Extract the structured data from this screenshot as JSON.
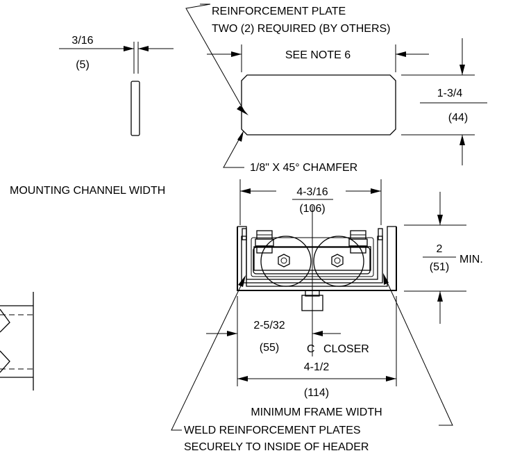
{
  "notes": {
    "reinforcement_plate_line1": "REINFORCEMENT PLATE",
    "reinforcement_plate_line2": "TWO (2) REQUIRED (BY OTHERS)",
    "see_note": "SEE NOTE 6",
    "chamfer": "1/8\" X 45° CHAMFER",
    "mounting_channel_width": "MOUNTING CHANNEL WIDTH",
    "closer_centerline": "CLOSER",
    "centerline_symbol": "C",
    "minimum_frame_width": "MINIMUM FRAME WIDTH",
    "weld_line1": "WELD REINFORCEMENT PLATES",
    "weld_line2": "SECURELY TO INSIDE OF HEADER",
    "min_suffix": "MIN."
  },
  "dimensions": {
    "plate_thickness_in": "3/16",
    "plate_thickness_mm": "(5)",
    "plate_height_in": "1-3/4",
    "plate_height_mm": "(44)",
    "channel_width_in": "4-3/16",
    "channel_width_mm": "(106)",
    "frame_depth_in": "2",
    "frame_depth_mm": "(51)",
    "closer_offset_in": "2-5/32",
    "closer_offset_mm": "(55)",
    "frame_width_in": "4-1/2",
    "frame_width_mm": "(114)"
  }
}
